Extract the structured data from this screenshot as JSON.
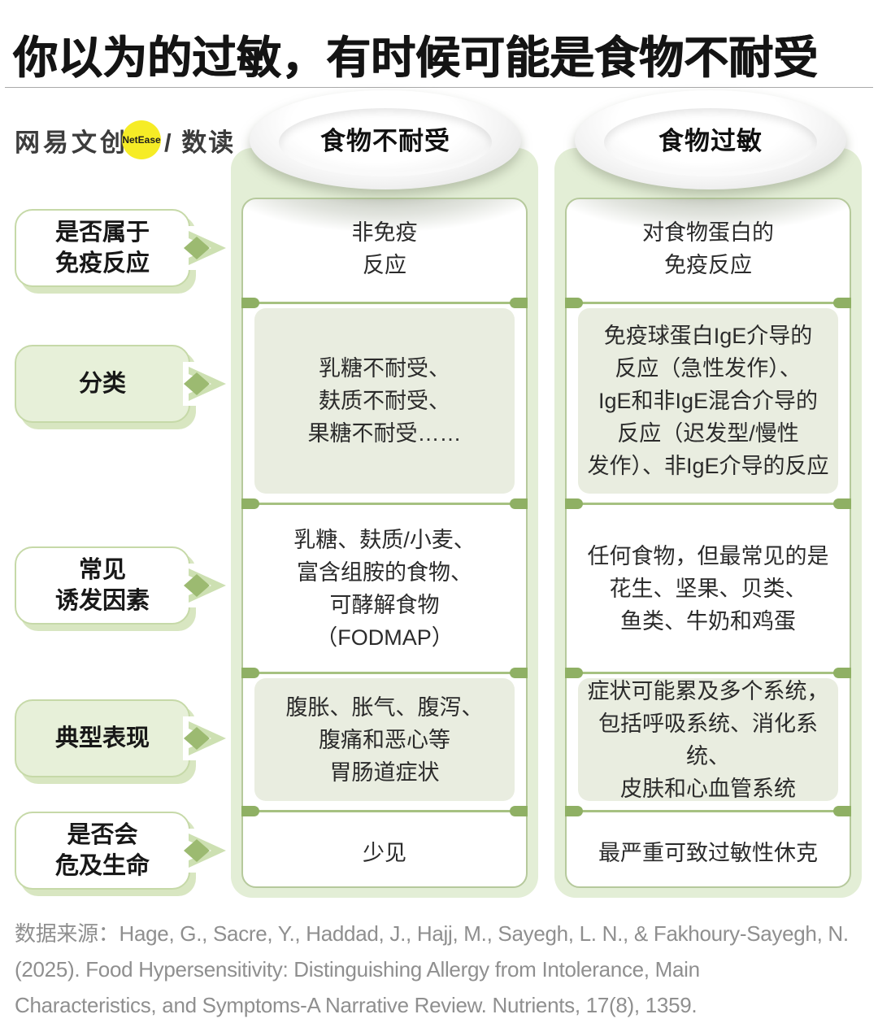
{
  "title": "你以为的过敏，有时候可能是食物不耐受",
  "logo": {
    "brand": "网易文创",
    "badge": "NetEase",
    "product": "/ 数读"
  },
  "row_labels": [
    {
      "text": "是否属于\n免疫反应"
    },
    {
      "text": "分类"
    },
    {
      "text": "常见\n诱发因素"
    },
    {
      "text": "典型表现"
    },
    {
      "text": "是否会\n危及生命"
    }
  ],
  "columns": [
    {
      "plate_label": "食物不耐受",
      "rows": [
        "非免疫\n反应",
        "乳糖不耐受、\n麸质不耐受、\n果糖不耐受……",
        "乳糖、麸质/小麦、\n富含组胺的食物、\n可酵解食物\n（FODMAP）",
        "腹胀、胀气、腹泻、\n腹痛和恶心等\n胃肠道症状",
        "少见"
      ]
    },
    {
      "plate_label": "食物过敏",
      "rows": [
        "对食物蛋白的\n免疫反应",
        "免疫球蛋白IgE介导的\n反应（急性发作）、\nIgE和非IgE混合介导的\n反应（迟发型/慢性\n发作）、非IgE介导的反应",
        "任何食物，但最常见的是\n花生、坚果、贝类、\n鱼类、牛奶和鸡蛋",
        "症状可能累及多个系统，\n包括呼吸系统、消化系统、\n皮肤和心血管系统",
        "最严重可致过敏性休克"
      ]
    }
  ],
  "footer": {
    "lines": [
      "数据来源：Hage, G., Sacre, Y., Haddad, J., Hajj, M., Sayegh, L. N., & Fakhoury-Sayegh, N.",
      "(2025). Food Hypersensitivity: Distinguishing Allergy from Intolerance, Main",
      "Characteristics, and Symptoms-A Narrative Review. Nutrients, 17(8), 1359."
    ]
  },
  "colors": {
    "column_bg": "#e3eed6",
    "inset_bg": "#e9ede0",
    "label_green_bg": "#e7f0d9",
    "accent_green": "#8fb064",
    "divider_line": "#a6c181",
    "badge_yellow": "#f6ec26",
    "title_text": "#141414",
    "footer_text": "#8f8f8f"
  }
}
